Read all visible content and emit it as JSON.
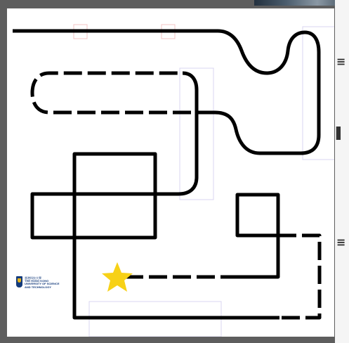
{
  "window": {
    "background": "#5e5e5e",
    "board_color": "#ffffff"
  },
  "track": {
    "line_color": "#000000",
    "overlay_box_color": "#d8d4f0",
    "marker_box_color": "#f3c4c4"
  },
  "start_marker": {
    "icon": "star-icon",
    "color": "#f7d117"
  },
  "logo": {
    "chinese": "香港科技大學",
    "english_lines": [
      "THE HONG KONG",
      "UNIVERSITY OF SCIENCE",
      "AND TECHNOLOGY"
    ],
    "primary_color": "#143b7c",
    "accent_color": "#e5b31b"
  }
}
